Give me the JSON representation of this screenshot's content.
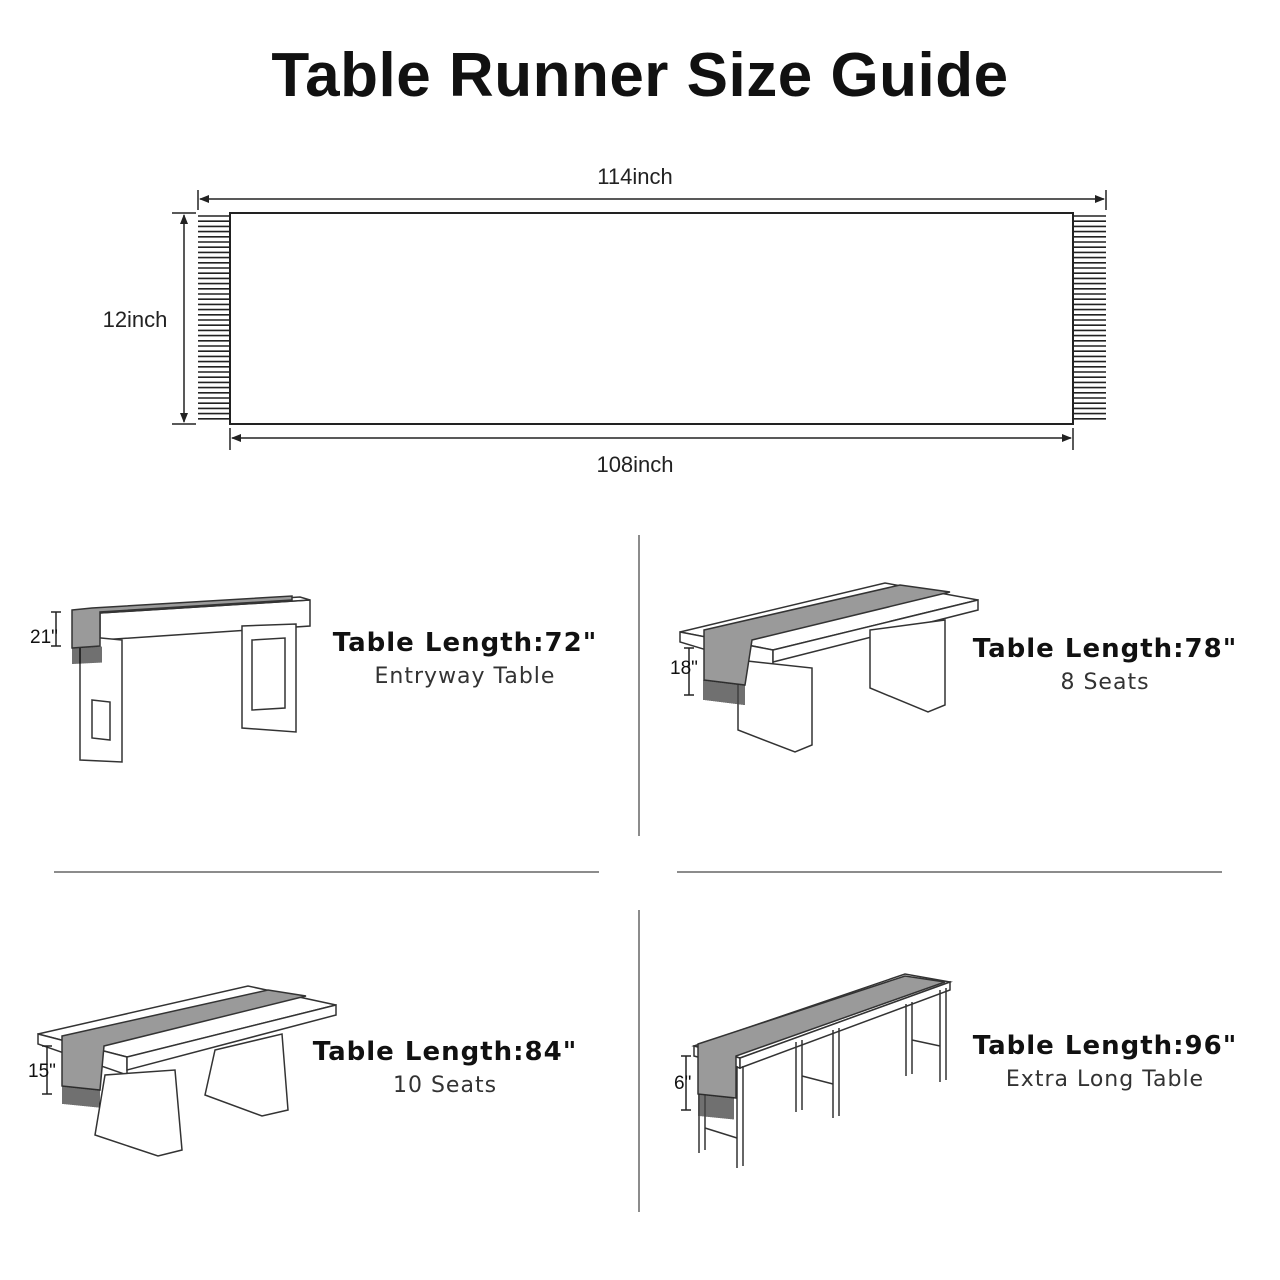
{
  "title": "Table Runner Size Guide",
  "runner": {
    "total_length": "114inch",
    "body_length": "108inch",
    "width": "12inch"
  },
  "tables": [
    {
      "length": "Table Length:72\"",
      "type": "Entryway Table",
      "drop": "21\""
    },
    {
      "length": "Table Length:78\"",
      "type": "8 Seats",
      "drop": "18\""
    },
    {
      "length": "Table Length:84\"",
      "type": "10 Seats",
      "drop": "15\""
    },
    {
      "length": "Table Length:96\"",
      "type": "Extra Long Table",
      "drop": "6\""
    }
  ],
  "colors": {
    "runner_fill": "#9a9a9a",
    "line": "#222222"
  }
}
